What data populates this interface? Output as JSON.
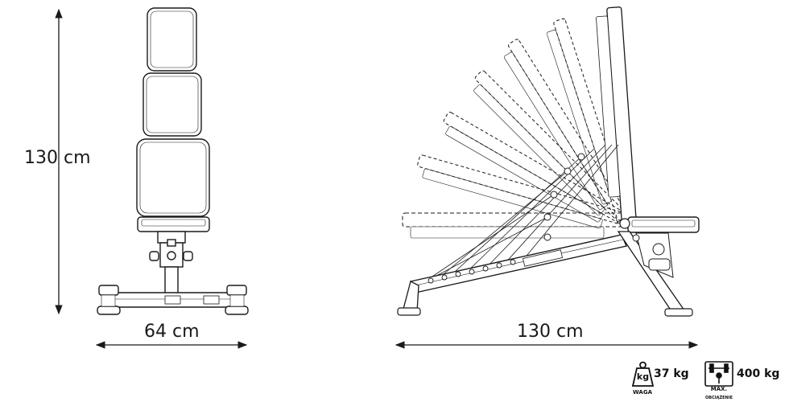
{
  "dimensions": {
    "height": "130 cm",
    "width": "64 cm",
    "length": "130 cm"
  },
  "specs": {
    "weight_icon_text": "kg",
    "weight_value": "37 kg",
    "weight_caption": "WAGA",
    "load_value": "400 kg",
    "load_caption": "MAX.",
    "load_caption_sub": "OBCIĄŻENIE"
  },
  "icons": [
    "weight-icon",
    "max-load-icon"
  ],
  "colors": {
    "line": "#1a1a1a",
    "pad": "#ffffff"
  }
}
